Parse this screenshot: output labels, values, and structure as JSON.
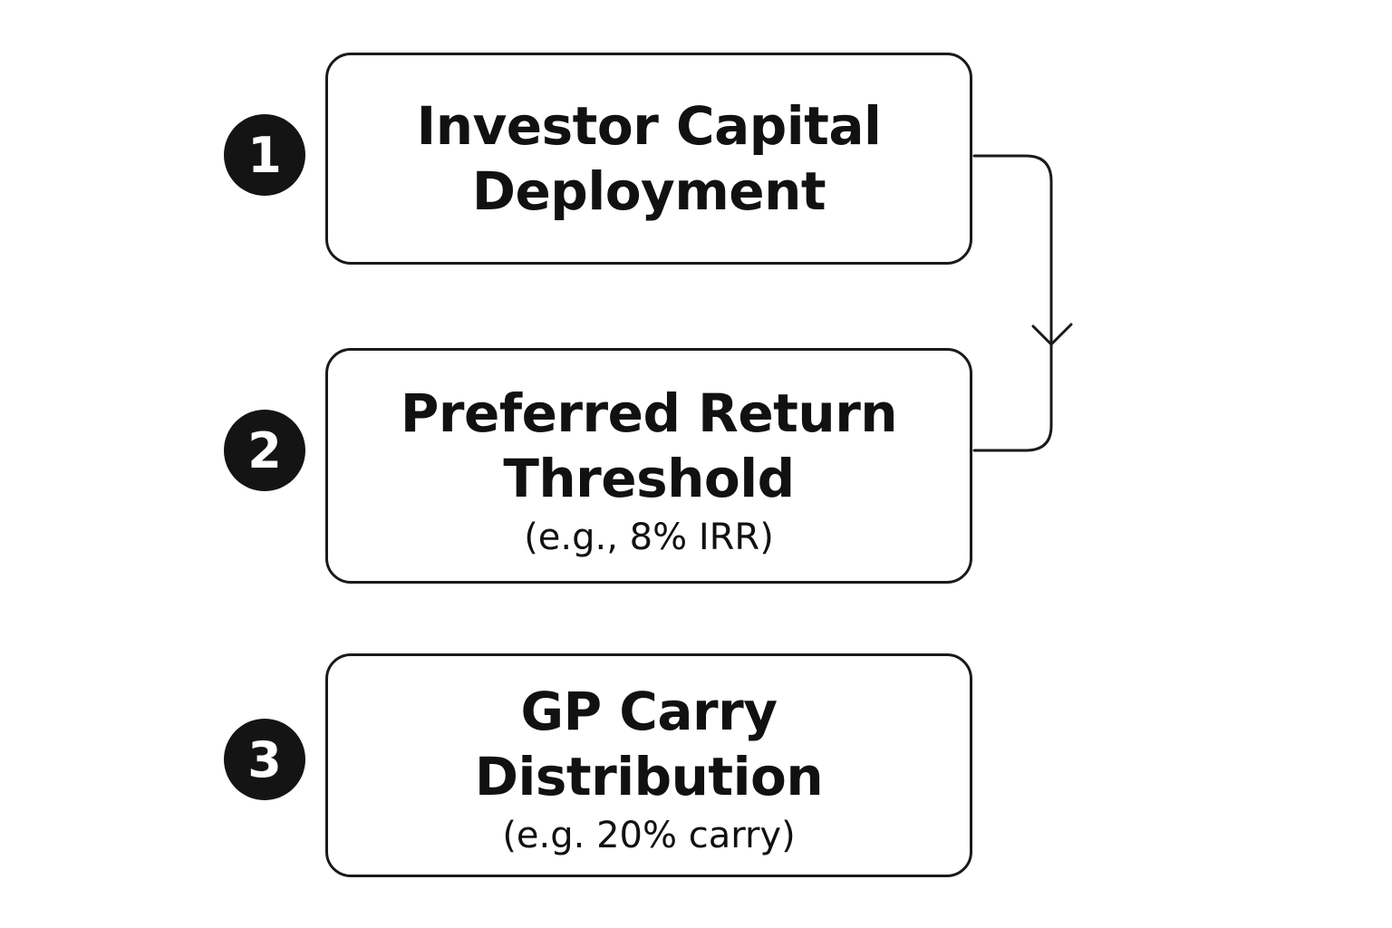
{
  "steps": [
    {
      "number": "1",
      "title_line1": "Investor Capital",
      "title_line2": "Deployment",
      "note": ""
    },
    {
      "number": "2",
      "title_line1": "Preferred Return",
      "title_line2": "Threshold",
      "note": "(e.g., 8% IRR)"
    },
    {
      "number": "3",
      "title_line1": "GP Carry",
      "title_line2": "Distribution",
      "note": "(e.g. 20% carry)"
    }
  ],
  "colors": {
    "stroke": "#1a1a1a",
    "badge": "#141414",
    "background": "#ffffff"
  },
  "icons": {
    "connector": "down-arrow-connector"
  }
}
